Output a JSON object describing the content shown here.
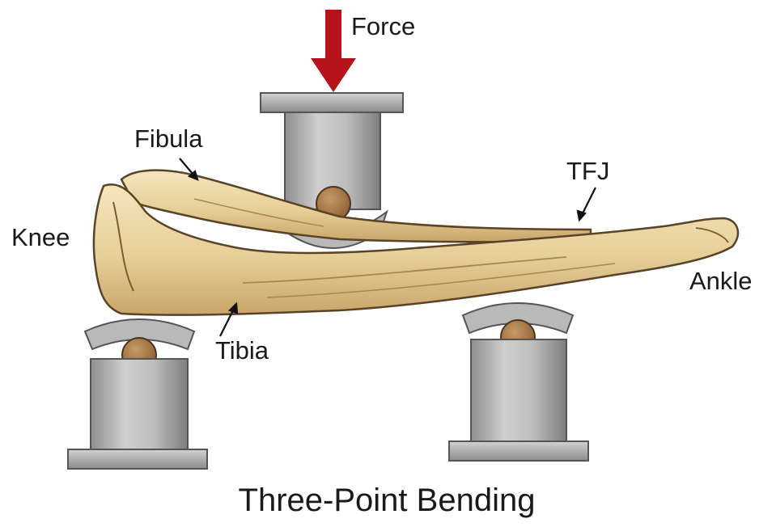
{
  "diagram": {
    "title": "Three-Point Bending",
    "labels": {
      "force": "Force",
      "fibula": "Fibula",
      "tfj": "TFJ",
      "knee": "Knee",
      "ankle": "Ankle",
      "tibia": "Tibia"
    }
  },
  "colors": {
    "force_arrow": "#b5121b",
    "bone": "#ead6a4",
    "bone_shadow": "#c9a66a",
    "bone_outline": "#5a4326",
    "fixture_metal": "#a9a9a9",
    "roller": "#a47a4a"
  }
}
